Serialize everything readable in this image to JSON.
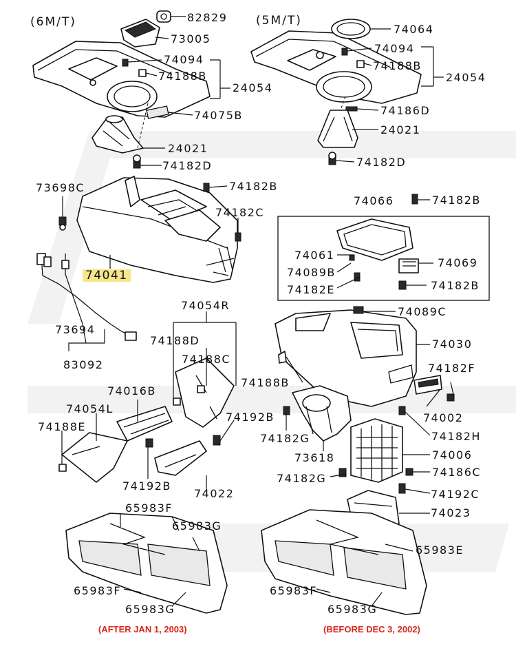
{
  "variants": {
    "left": "(6M/T)",
    "right": "(5M/T)"
  },
  "captions": {
    "left": "(AFTER JAN 1, 2003)",
    "right": "(BEFORE DEC 3, 2002)"
  },
  "highlight_color": "#f7e58a",
  "caption_color": "#d8261c",
  "parts": {
    "p82829": "82829",
    "p73005": "73005",
    "p74094a": "74094",
    "p74188Ba": "74188B",
    "p24054a": "24054",
    "p74075B": "74075B",
    "p24021a": "24021",
    "p74182Da": "74182D",
    "p74064": "74064",
    "p74094b": "74094",
    "p74188Bb": "74188B",
    "p24054b": "24054",
    "p74186D": "74186D",
    "p24021b": "24021",
    "p74182Db": "74182D",
    "p73698C": "73698C",
    "p74182Ba": "74182B",
    "p74182C": "74182C",
    "p74041": "74041",
    "p73694": "73694",
    "p83092": "83092",
    "p74066": "74066",
    "p74182Bb": "74182B",
    "p74061": "74061",
    "p74089B": "74089B",
    "p74069": "74069",
    "p74182E": "74182E",
    "p74182Bc": "74182B",
    "p74054R": "74054R",
    "p74089C": "74089C",
    "p74188D": "74188D",
    "p74030": "74030",
    "p74188C": "74188C",
    "p74182F": "74182F",
    "p74188Bc": "74188B",
    "p74016B": "74016B",
    "p74054L": "74054L",
    "p74192Ba": "74192B",
    "p74002": "74002",
    "p74188E": "74188E",
    "p74182Ga": "74182G",
    "p74182H": "74182H",
    "p73618": "73618",
    "p74006": "74006",
    "p74192Bb": "74192B",
    "p74022": "74022",
    "p74182Gb": "74182G",
    "p74186C": "74186C",
    "p74192C": "74192C",
    "p74023": "74023",
    "p65983Fa": "65983F",
    "p65983Ga": "65983G",
    "p65983E": "65983E",
    "p65983Fb": "65983F",
    "p65983Gb": "65983G",
    "p65983Fc": "65983F",
    "p65983Gc": "65983G"
  }
}
